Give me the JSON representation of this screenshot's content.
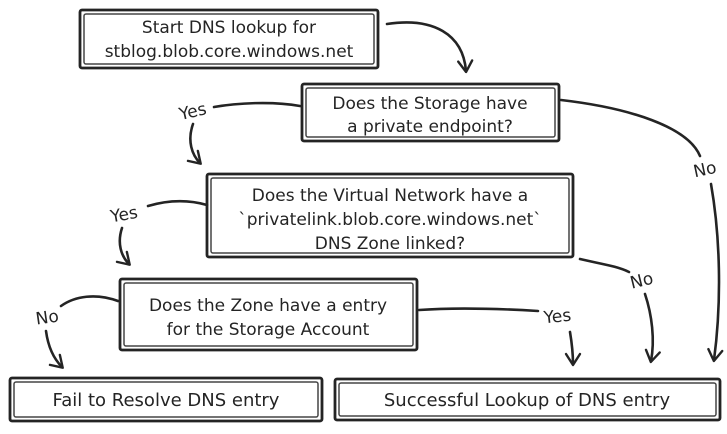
{
  "diagram": {
    "colors": {
      "background": "#ffffff",
      "stroke": "#242424"
    },
    "nodes": {
      "start": {
        "line1": "Start DNS lookup for",
        "line2": "stblog.blob.core.windows.net"
      },
      "private_endpoint": {
        "line1": "Does the Storage have",
        "line2": "a private endpoint?"
      },
      "dns_zone": {
        "line1": "Does the Virtual Network have a",
        "line2": "`privatelink.blob.core.windows.net`",
        "line3": "DNS Zone linked?"
      },
      "zone_entry": {
        "line1": "Does the Zone have a entry",
        "line2": "for the Storage Account"
      },
      "fail": {
        "line1": "Fail to Resolve DNS entry"
      },
      "success": {
        "line1": "Successful Lookup of DNS entry"
      }
    },
    "edge_labels": {
      "endpoint_yes": "Yes",
      "endpoint_no": "No",
      "zone_linked_yes": "Yes",
      "zone_linked_no": "No",
      "entry_no": "No",
      "entry_yes": "Yes"
    }
  }
}
